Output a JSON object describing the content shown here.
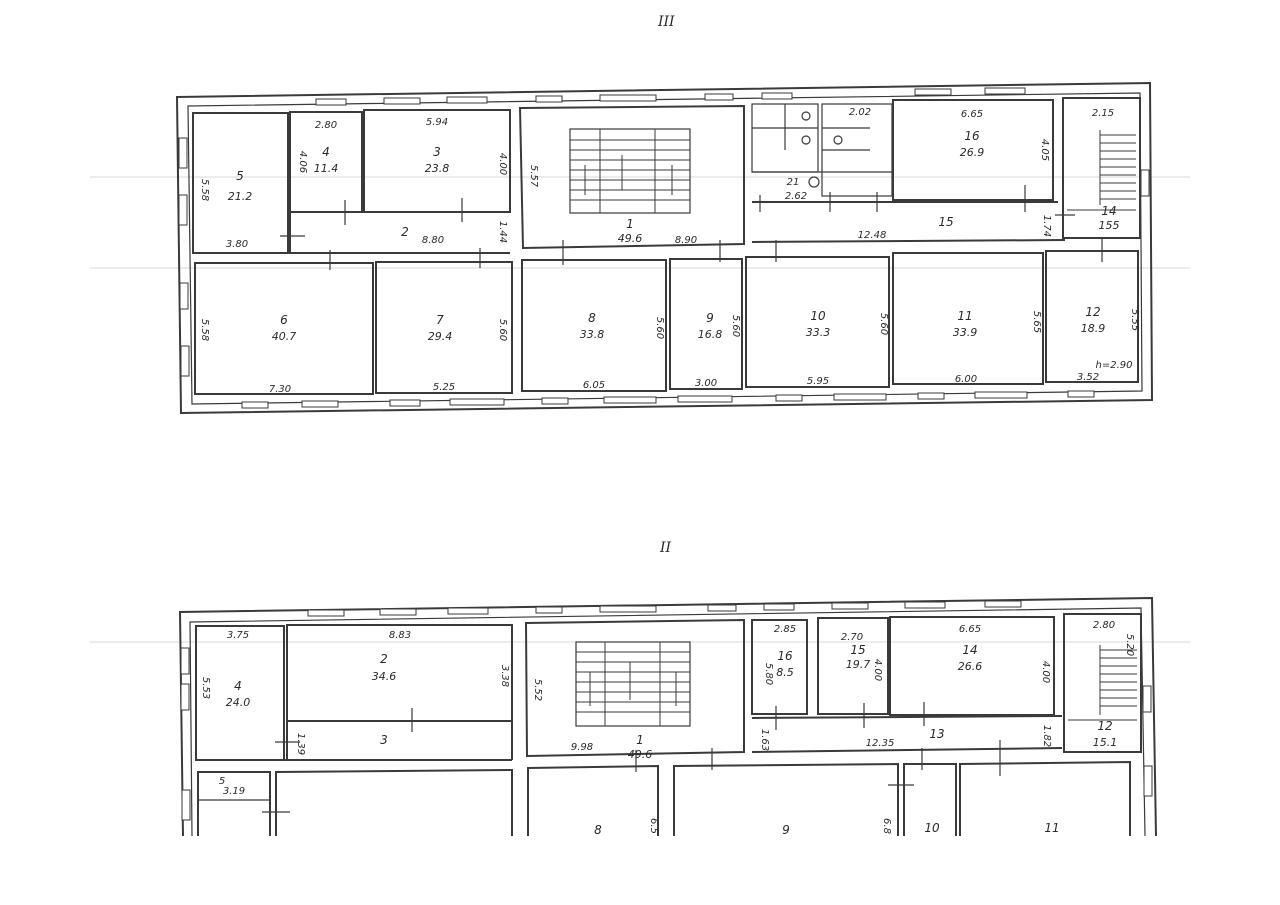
{
  "floors": [
    {
      "id": "upper",
      "title": "III",
      "rooms": [
        {
          "n": "5",
          "area": "21.2"
        },
        {
          "n": "4",
          "area": "11.4"
        },
        {
          "n": "3",
          "area": "23.8"
        },
        {
          "n": "2",
          "area": ""
        },
        {
          "n": "1",
          "area": "49.6"
        },
        {
          "n": "16",
          "area": "26.9"
        },
        {
          "n": "15",
          "area": ""
        },
        {
          "n": "14",
          "area": "155"
        },
        {
          "n": "6",
          "area": "40.7"
        },
        {
          "n": "7",
          "area": "29.4"
        },
        {
          "n": "8",
          "area": "33.8"
        },
        {
          "n": "9",
          "area": "16.8"
        },
        {
          "n": "10",
          "area": "33.3"
        },
        {
          "n": "11",
          "area": "33.9"
        },
        {
          "n": "12",
          "area": "18.9"
        },
        {
          "n": "21",
          "area": ""
        }
      ],
      "dims": [
        "2.80",
        "5.94",
        "6.65",
        "2.15",
        "4.06",
        "5.58",
        "4.00",
        "5.57",
        "4.05",
        "5.65",
        "3.80",
        "8.80",
        "1.44",
        "8.90",
        "12.48",
        "1.74",
        "5.58",
        "5.60",
        "5.60",
        "5.60",
        "5.60",
        "5.65",
        "5.55",
        "7.30",
        "5.25",
        "6.05",
        "3.00",
        "5.95",
        "6.00",
        "3.52",
        "h=2.90",
        "2.02",
        "2.62"
      ]
    },
    {
      "id": "lower",
      "title": "II",
      "rooms": [
        {
          "n": "4",
          "area": "24.0"
        },
        {
          "n": "2",
          "area": "34.6"
        },
        {
          "n": "3",
          "area": ""
        },
        {
          "n": "1",
          "area": "49.6"
        },
        {
          "n": "16",
          "area": "8.5"
        },
        {
          "n": "15",
          "area": "19.7"
        },
        {
          "n": "14",
          "area": "26.6"
        },
        {
          "n": "13",
          "area": ""
        },
        {
          "n": "12",
          "area": "15.1"
        },
        {
          "n": "5",
          "area": "3.19"
        },
        {
          "n": "8",
          "area": ""
        },
        {
          "n": "9",
          "area": ""
        },
        {
          "n": "10",
          "area": ""
        },
        {
          "n": "11",
          "area": ""
        }
      ],
      "dims": [
        "3.75",
        "8.83",
        "2.85",
        "2.70",
        "6.65",
        "2.80",
        "5.53",
        "3.38",
        "5.52",
        "4.00",
        "4.00",
        "5.20",
        "1.39",
        "9.98",
        "1.63",
        "12.35",
        "1.82",
        "5.80",
        "6.8",
        "6.5"
      ]
    }
  ]
}
